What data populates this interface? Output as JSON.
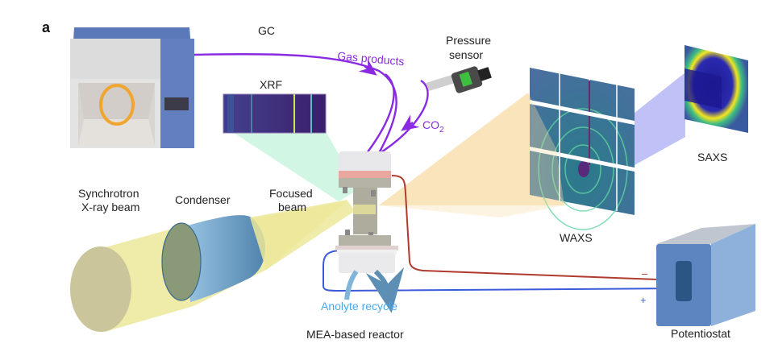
{
  "panel_label": "a",
  "labels": {
    "gc": "GC",
    "gas_products": "Gas products",
    "pressure_sensor_line1": "Pressure",
    "pressure_sensor_line2": "sensor",
    "co2_main": "CO",
    "co2_sub": "2",
    "xrf": "XRF",
    "saxs": "SAXS",
    "waxs": "WAXS",
    "synchrotron_line1": "Synchrotron",
    "synchrotron_line2": "X-ray beam",
    "condenser": "Condenser",
    "focused_line1": "Focused",
    "focused_line2": "beam",
    "anolyte_recycle": "Anolyte recycle",
    "reactor": "MEA-based reactor",
    "potentiostat": "Potentiostat",
    "minus": "–",
    "plus": "+"
  },
  "colors": {
    "gas_line": "#8a2be2",
    "anode_wire": "#b03a2e",
    "cathode_wire": "#3b5bdb",
    "anolyte": "#5aa6d6",
    "gc_body": "#5b7bbd",
    "potentiostat": "#6f9bd1",
    "beam": "#ece89a",
    "condenser": "#6fa3c8"
  }
}
